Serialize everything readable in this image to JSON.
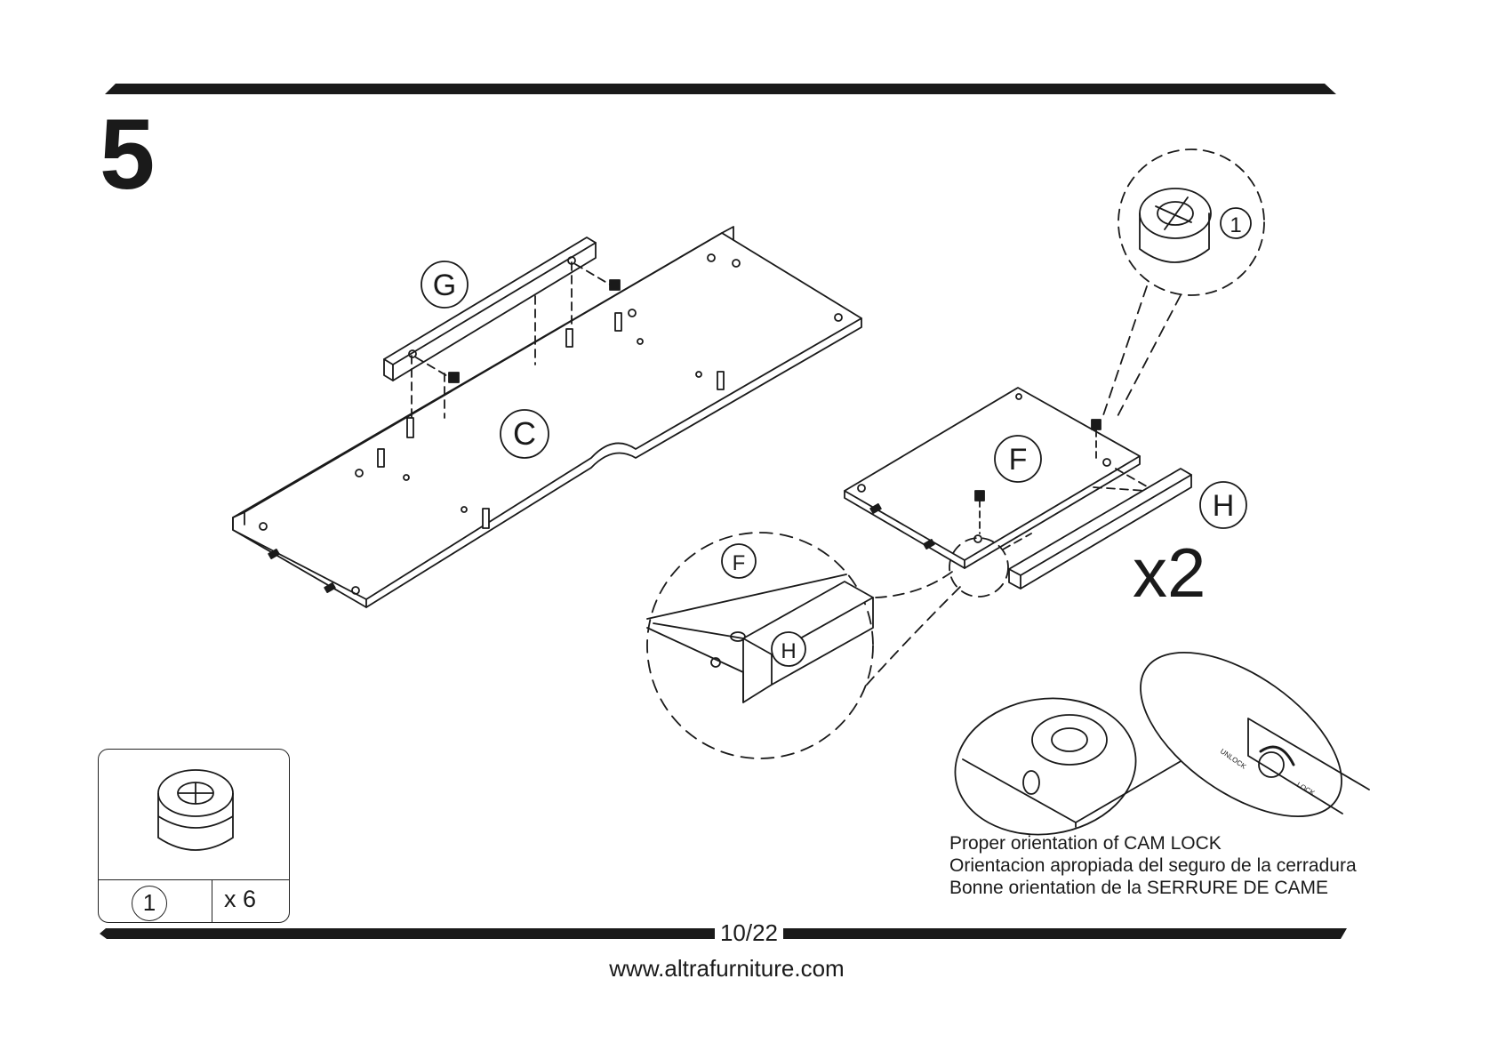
{
  "step": {
    "number": "5"
  },
  "labels": {
    "panel_g": "G",
    "panel_c": "C",
    "panel_f": "F",
    "panel_h": "H",
    "detail_f": "F",
    "detail_h": "H",
    "cam_callout": "1",
    "multiplier": "x2"
  },
  "cam_lock_diagram": {
    "unlock": "UNLOCK",
    "lock": "LOCK"
  },
  "notes": {
    "english": "Proper  orientation  of  CAM  LOCK",
    "spanish": "Orientacion apropiada del seguro de la cerradura",
    "french": "Bonne orientation de la SERRURE DE CAME"
  },
  "parts_table": {
    "part_id": "1",
    "quantity": "x 6"
  },
  "footer": {
    "page": "10/22",
    "website": "www.altrafurniture.com"
  }
}
